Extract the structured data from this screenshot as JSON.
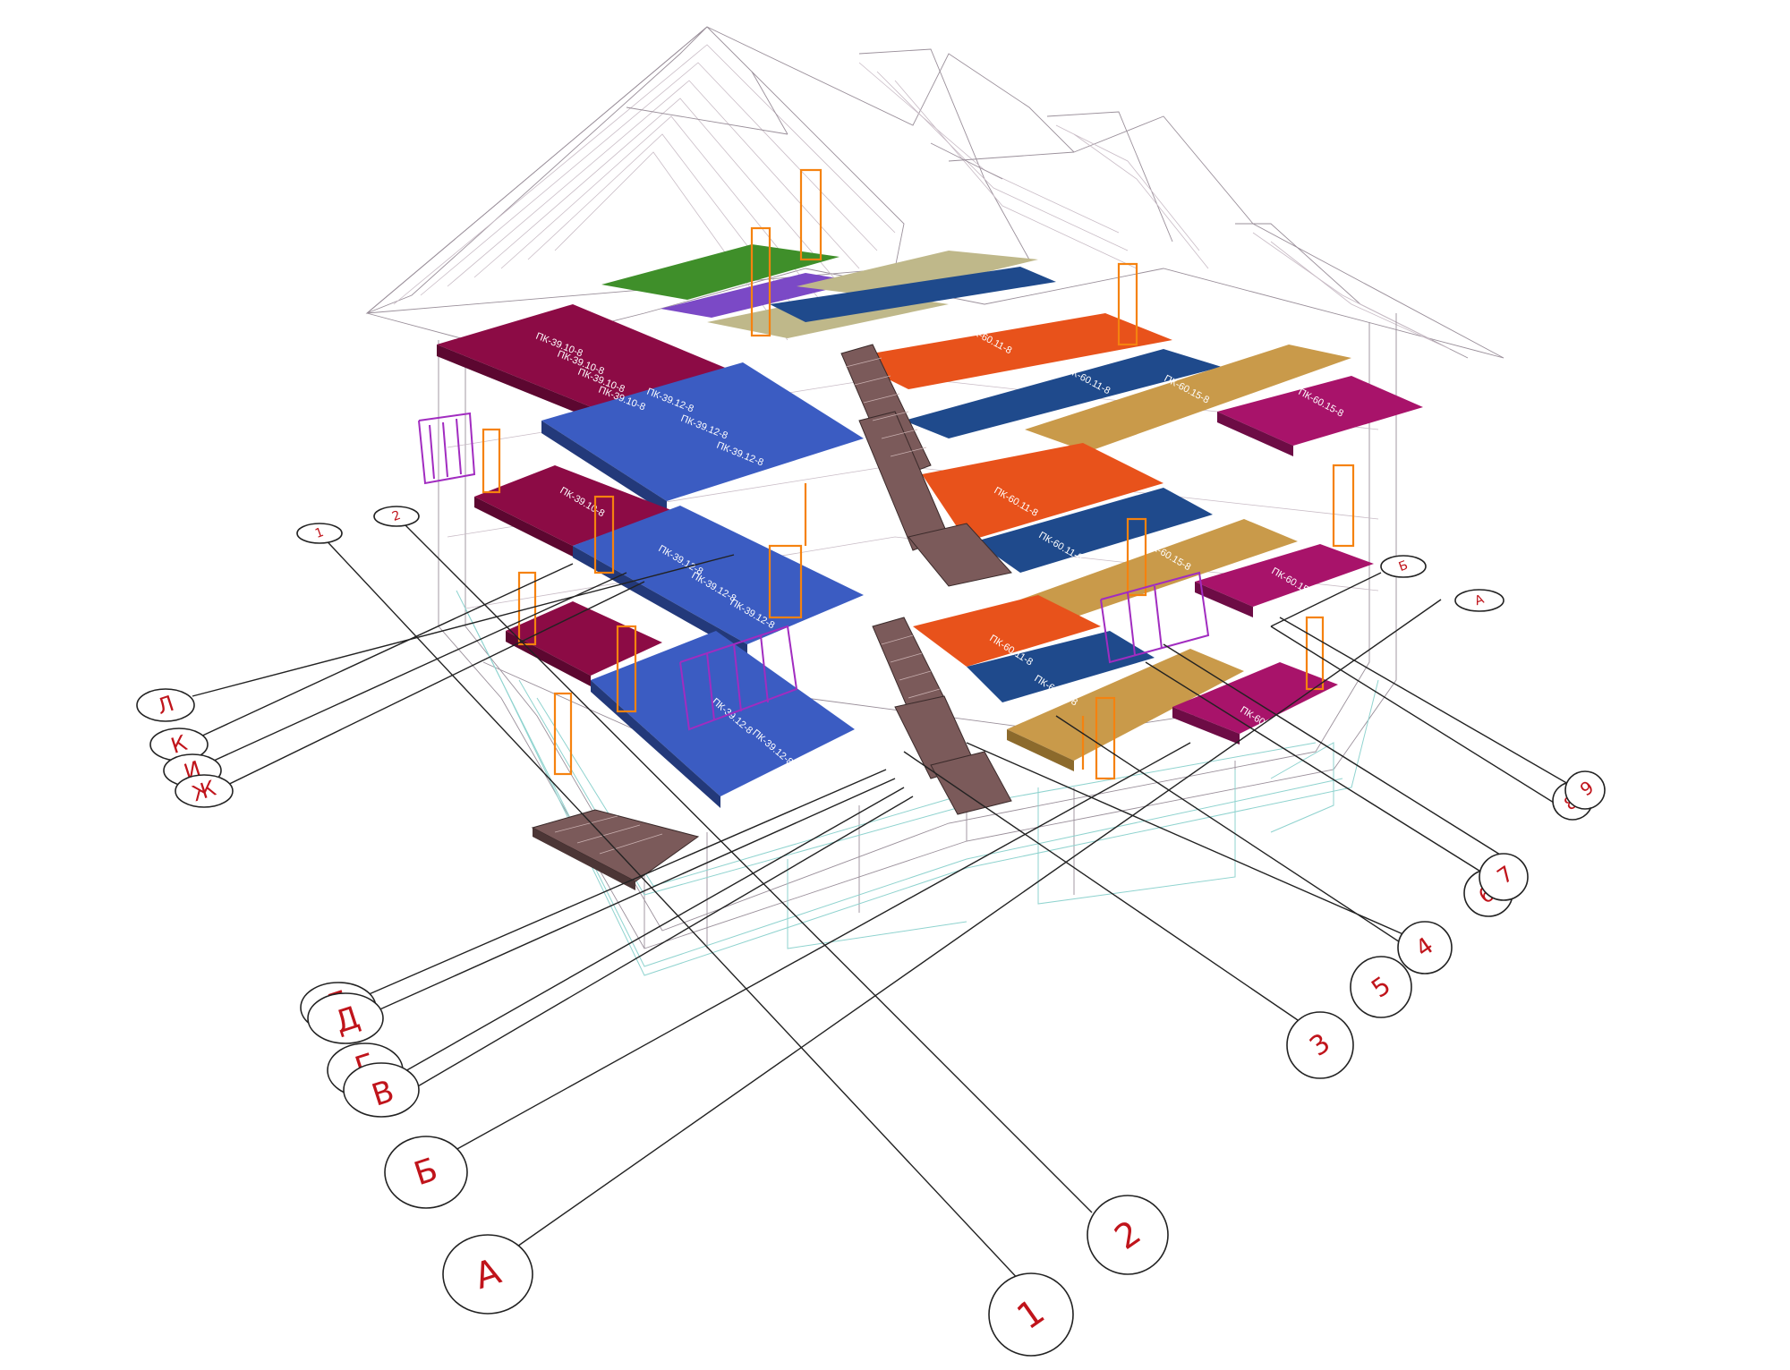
{
  "colors": {
    "maroon": "#8c0b45",
    "blue": "#3b5cc2",
    "navy": "#1f4a8c",
    "orange": "#e8521b",
    "tan": "#c99a4a",
    "magenta": "#a8136a",
    "green": "#3f8f2a",
    "purple": "#7b49c6",
    "khaki": "#bfb88a",
    "axis_text": "#c0141b"
  },
  "slab_labels": {
    "maroon": "ПК-39.10-8",
    "blue": "ПК-39.12-8",
    "orange_navy": "ПК-60.11-8",
    "tan_magenta": "ПК-60.15-8"
  },
  "axes": {
    "numbers": [
      "1",
      "2",
      "3",
      "4",
      "5",
      "6",
      "7",
      "8",
      "9"
    ],
    "letters": [
      "А",
      "Б",
      "В",
      "Г",
      "Д",
      "Е",
      "Ж",
      "И",
      "К",
      "Л"
    ]
  }
}
